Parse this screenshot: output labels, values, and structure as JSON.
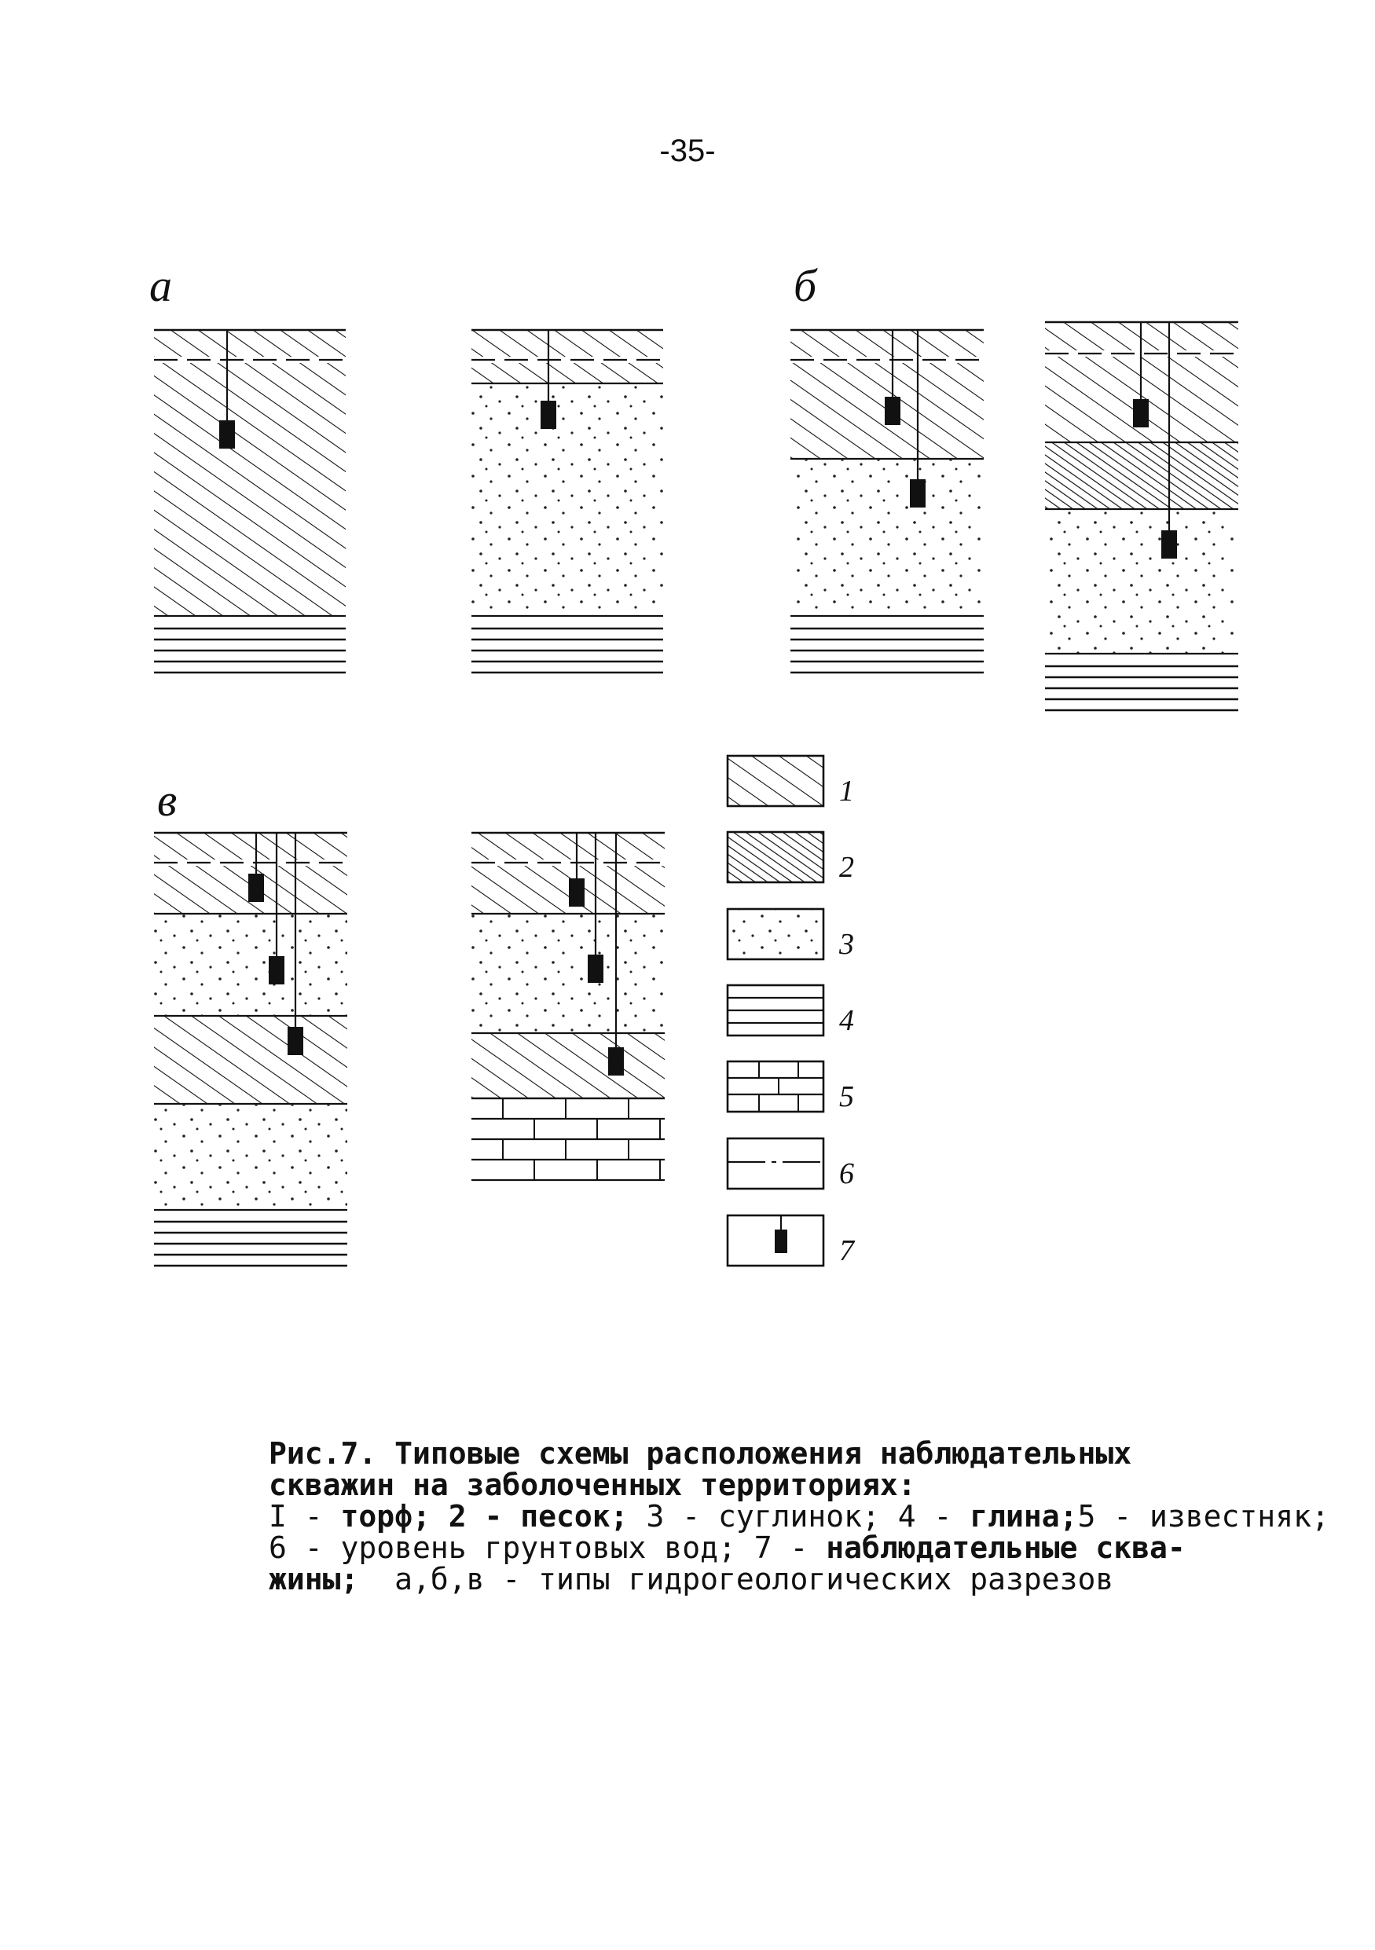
{
  "page_number": "-35-",
  "section_labels": {
    "a": "а",
    "b": "б",
    "v": "в"
  },
  "legend": {
    "items": [
      {
        "num": "1",
        "pattern": "hatch"
      },
      {
        "num": "2",
        "pattern": "dense-hatch"
      },
      {
        "num": "3",
        "pattern": "dots"
      },
      {
        "num": "4",
        "pattern": "horizontal-lines"
      },
      {
        "num": "5",
        "pattern": "brick"
      },
      {
        "num": "6",
        "pattern": "dash-line"
      },
      {
        "num": "7",
        "pattern": "well"
      }
    ]
  },
  "caption": {
    "line1_bold": "Рис.7. Типовые схемы расположения наблюдательных",
    "line2_bold": "скважин на заболоченных территориях:",
    "line3_a": "I - ",
    "line3_b": "торф; 2 - песок;",
    "line3_c": " 3 - суглинок; 4 - ",
    "line3_d": "глина;",
    "line3_e": "5 - известняк;",
    "line4_a": "6 - уровень грунтовых вод; 7 - ",
    "line4_b": "наблюдательные сква-",
    "line5_a": "жины;",
    "line5_b": "  а,б,в - типы гидрогеологических разрезов"
  },
  "colors": {
    "ink": "#111111",
    "paper": "#ffffff"
  }
}
